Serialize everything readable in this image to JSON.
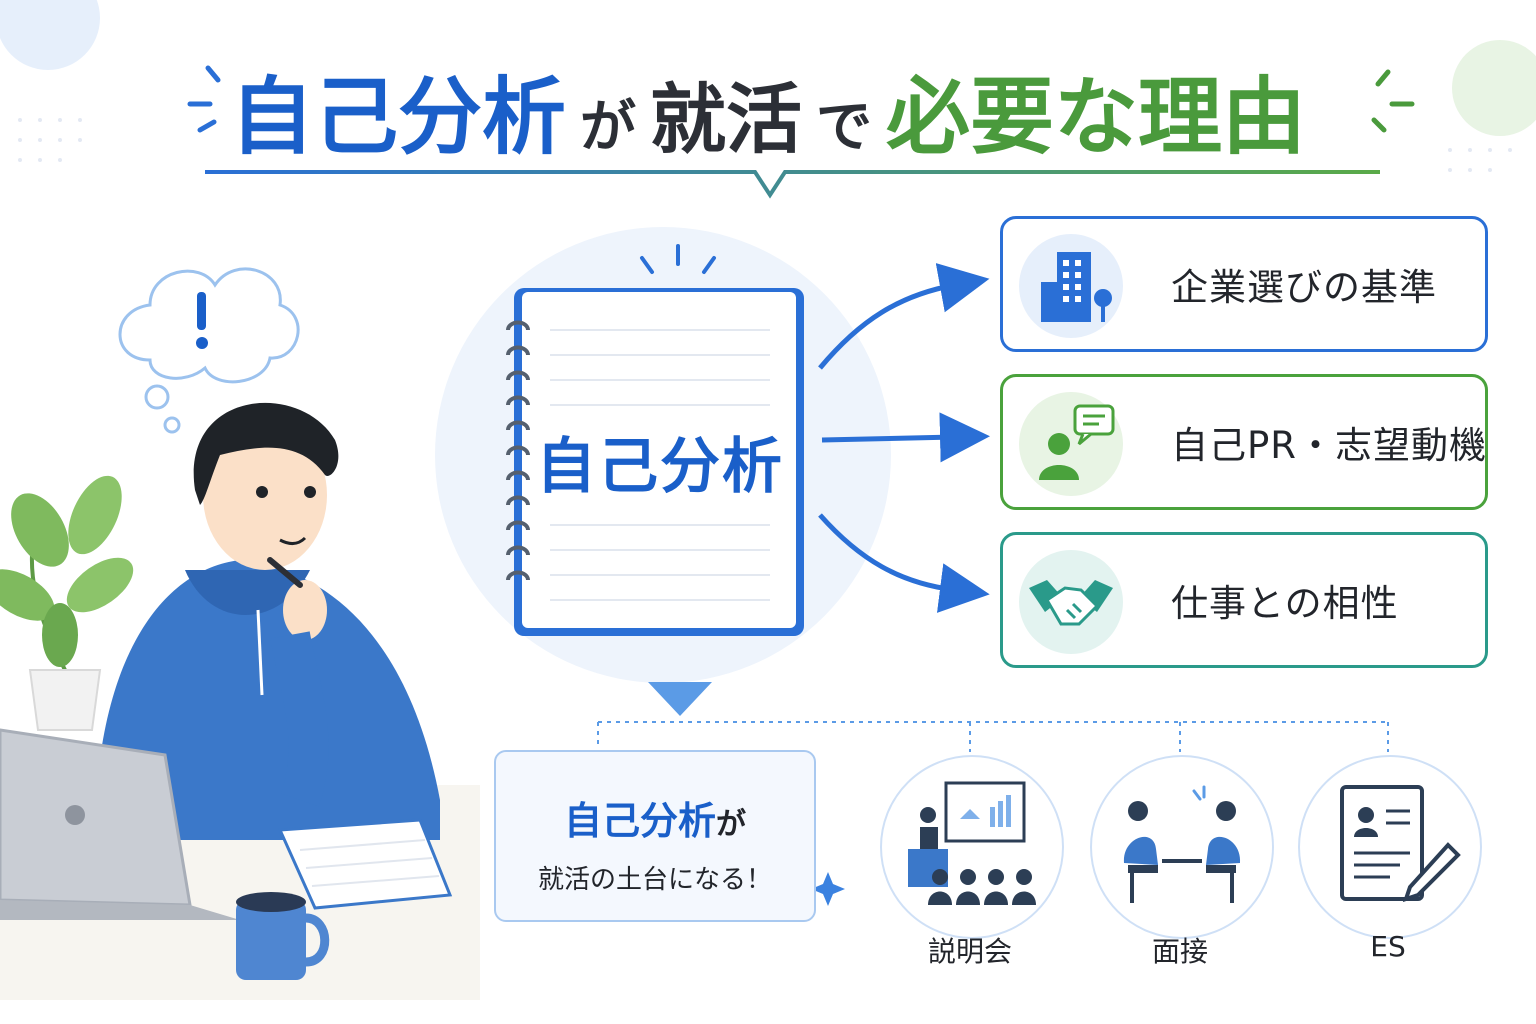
{
  "title": {
    "part1": "自己分析",
    "part2": "が",
    "part3": "就活",
    "part4": "で",
    "part5": "必要な理由"
  },
  "center": {
    "label": "自己分析"
  },
  "cards": [
    {
      "label": "企業選びの基準",
      "icon": "building-icon",
      "color": "#2a6fd6"
    },
    {
      "label": "自己PR・志望動機",
      "icon": "speech-person-icon",
      "color": "#4aa23c"
    },
    {
      "label": "仕事との相性",
      "icon": "handshake-icon",
      "color": "#2a9a8a"
    }
  ],
  "summary": {
    "line1_main": "自己分析",
    "line1_suffix": "が",
    "line2": "就活の土台になる！"
  },
  "categories": [
    {
      "label": "説明会",
      "icon": "seminar-icon"
    },
    {
      "label": "面接",
      "icon": "interview-icon"
    },
    {
      "label": "ES",
      "icon": "resume-icon"
    }
  ],
  "colors": {
    "accent_blue": "#1a5fc9",
    "accent_green": "#4a9a3c",
    "teal": "#2a9a8a"
  }
}
